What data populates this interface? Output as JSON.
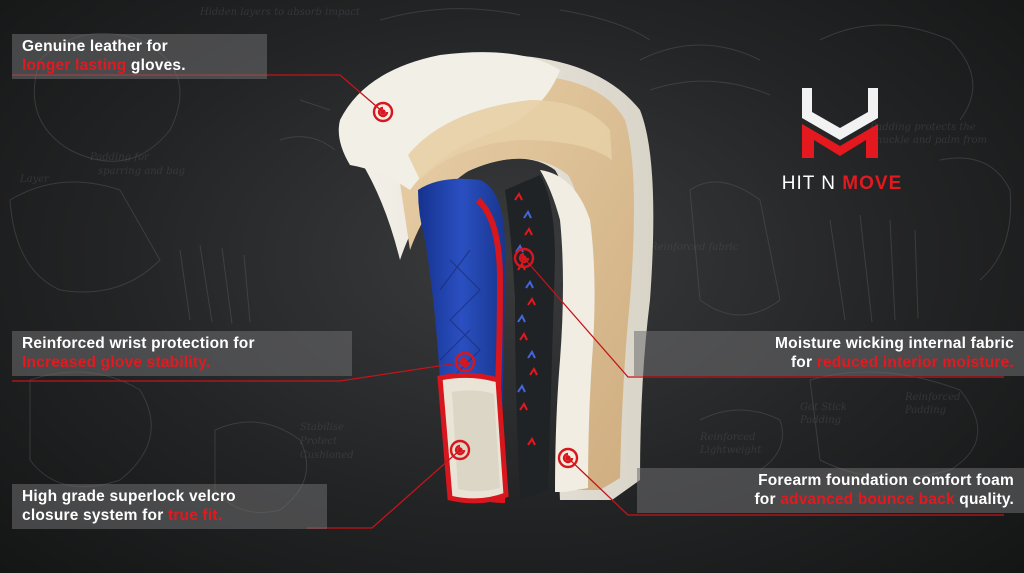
{
  "callouts": {
    "leather": {
      "line1": "Genuine leather for",
      "highlight": "longer lasting",
      "line2_suffix": " gloves."
    },
    "wrist": {
      "line1": "Reinforced wrist protection for",
      "highlight": "Increased glove stability."
    },
    "velcro": {
      "line1": "High grade superlock velcro",
      "line2_prefix": "closure system for ",
      "highlight": "true fit."
    },
    "moisture": {
      "line1": "Moisture wicking internal fabric",
      "line2_prefix": "for ",
      "highlight": "reduced interior moisture."
    },
    "foam": {
      "line1": "Forearm foundation comfort foam",
      "line2_prefix": "for ",
      "highlight": "advanced bounce back",
      "line2_suffix": " quality."
    }
  },
  "brand": {
    "name_white": "HIT N ",
    "name_red": "MOVE",
    "logo_icon": "hm-logo-icon"
  },
  "colors": {
    "accent": "#e4181f",
    "background": "#232425",
    "callout_bg": "#6e6e70",
    "glove_white": "#eeeae0",
    "glove_blue": "#1f3fa6",
    "foam": "#dcbf96"
  }
}
